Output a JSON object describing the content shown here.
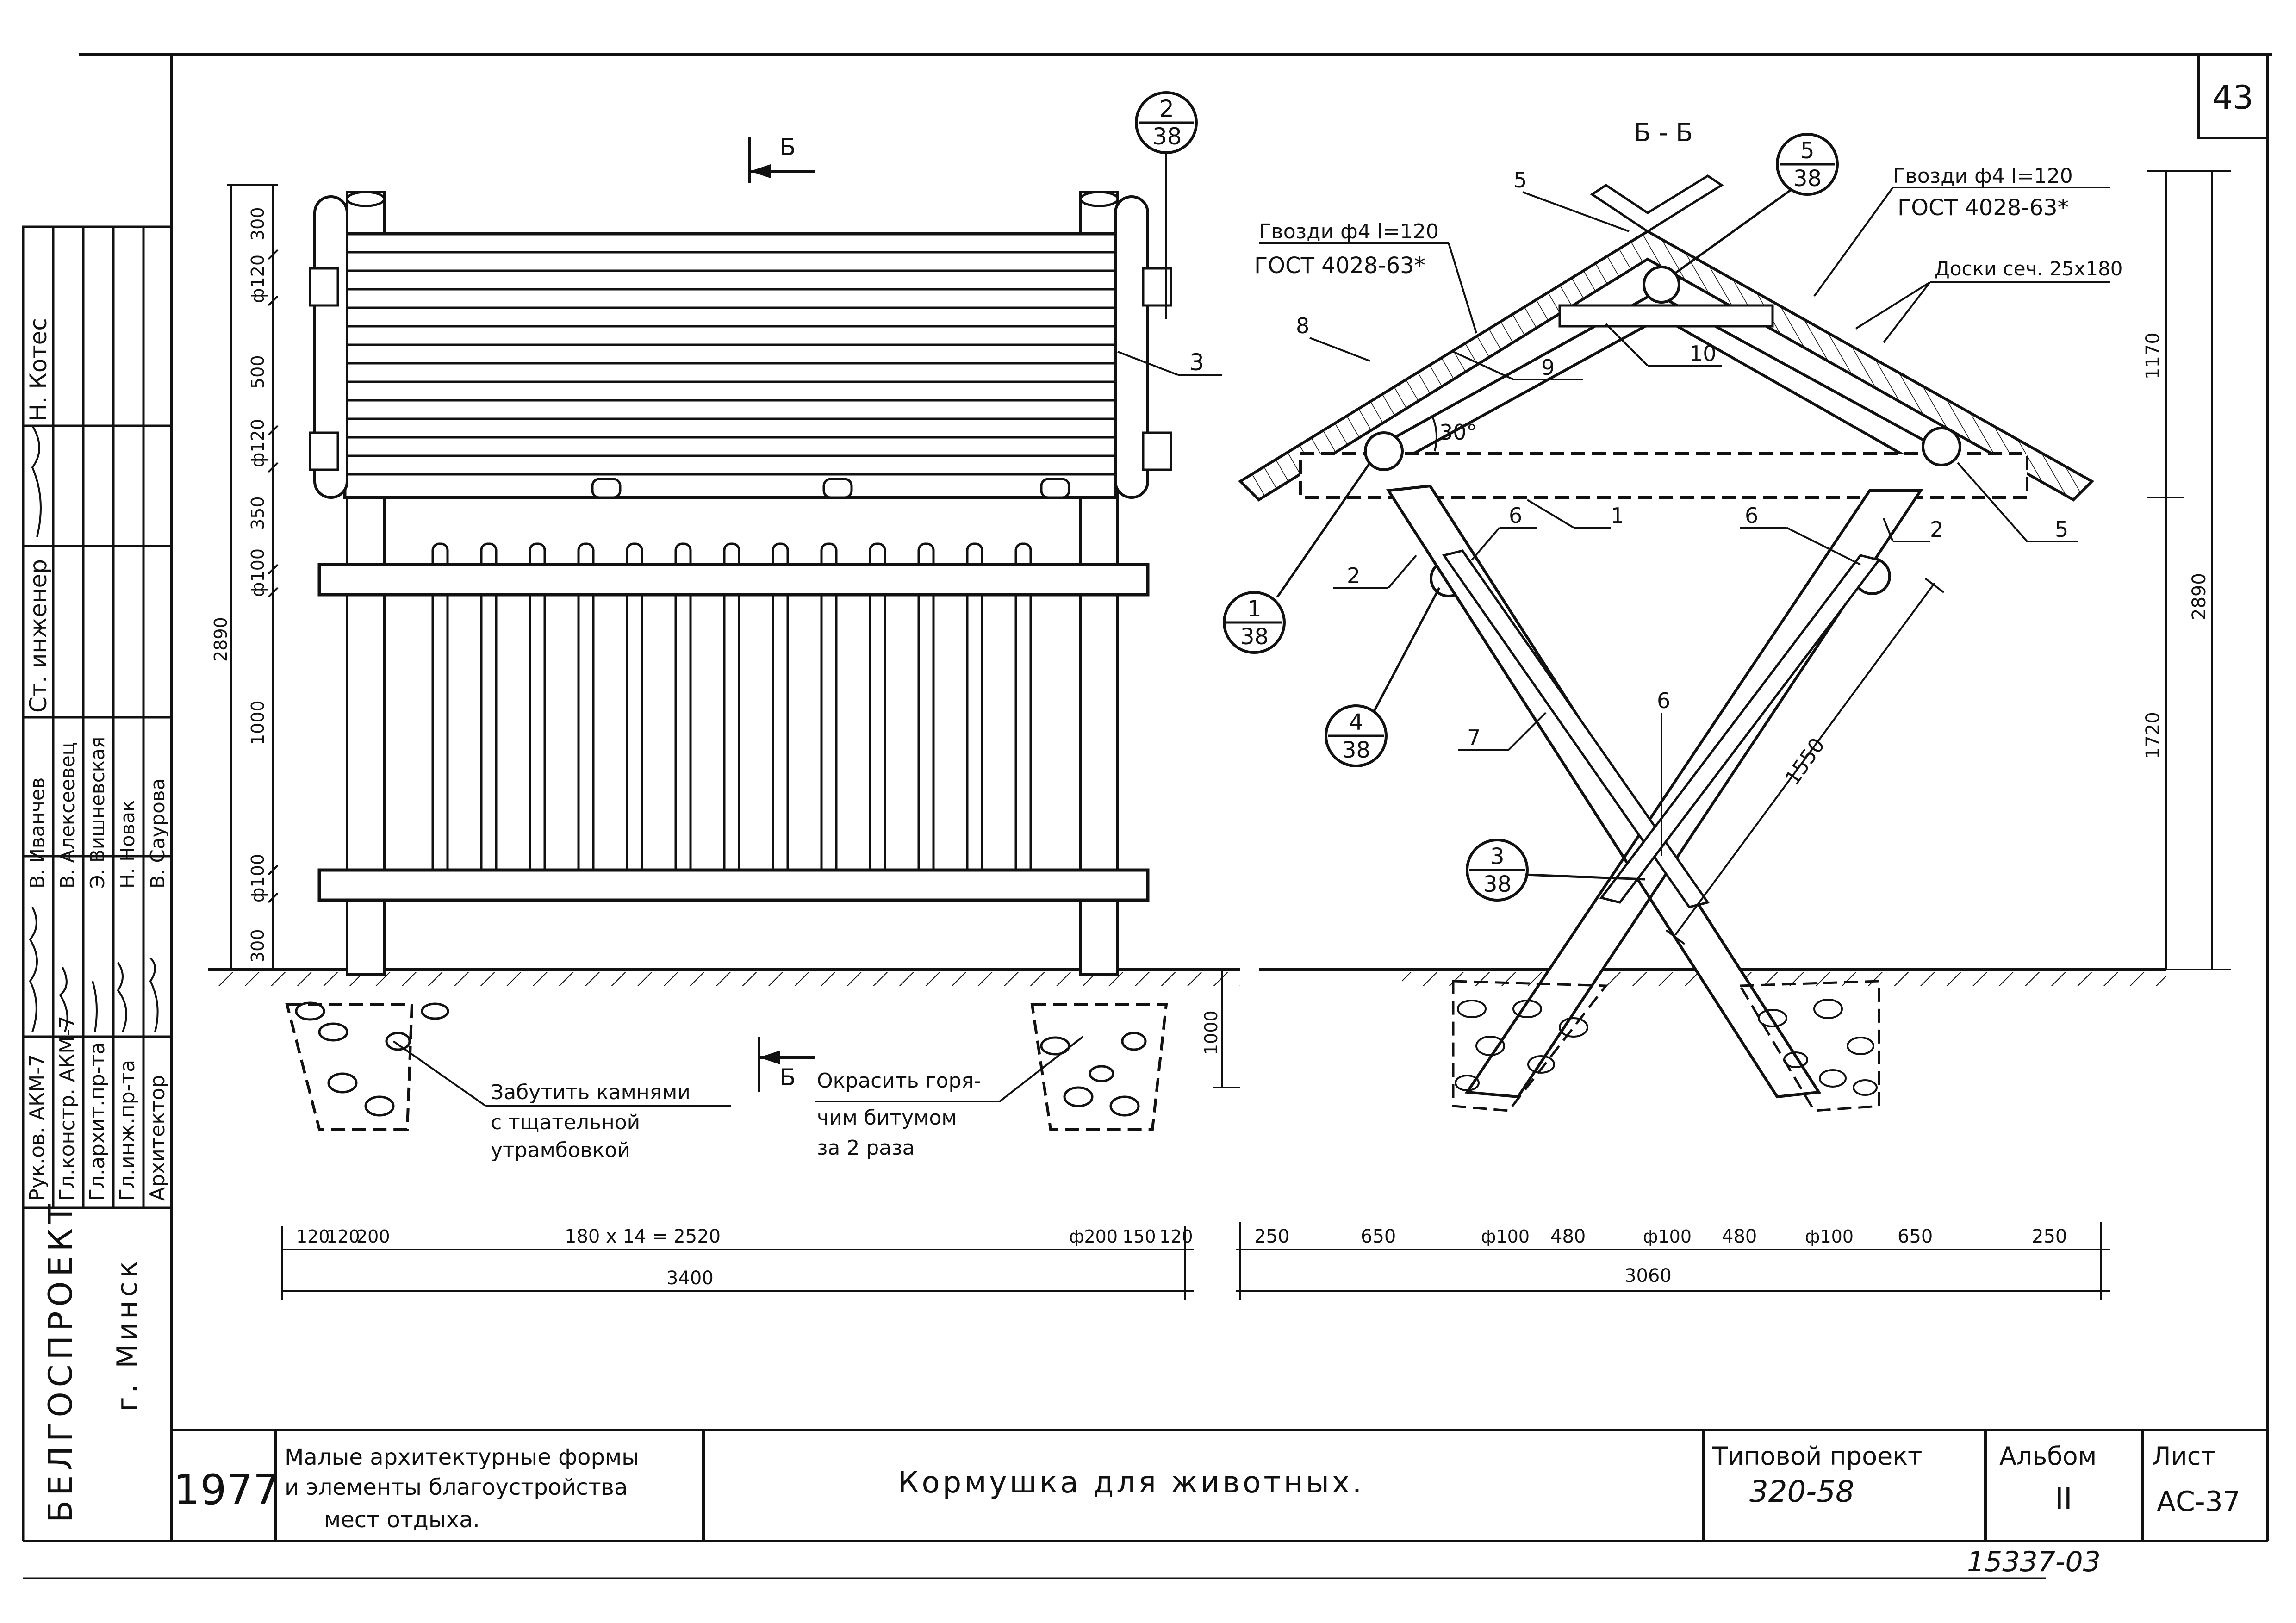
{
  "sheet": {
    "corner_number": "43",
    "year": "1977",
    "series_title": [
      "Малые архитектурные формы",
      "и элементы благоустройства",
      "мест отдыха."
    ],
    "drawing_title": "Кормушка для животных.",
    "project_label": "Типовой проект",
    "project_number": "320-58",
    "album_label": "Альбом",
    "album_number": "II",
    "sheet_label": "Лист",
    "sheet_number": "АС-37",
    "bottom_stamp": "15337-03",
    "organization": "БЕЛГОСПРОЕКТ",
    "city": "г. Минск"
  },
  "signatures": {
    "roles": [
      "Рук.ов. АКМ-7",
      "Гл.констр. АКМ-7",
      "Гл.архит.пр-та",
      "Гл.инж.пр-та",
      "Архитектор"
    ],
    "names": [
      "В. Иванчев",
      "В. Алексеевец",
      "Э. Вишневская",
      "Н. Новак",
      "В. Саурова"
    ],
    "top_role": "Ст. инженер",
    "top_name": "Н. Котес"
  },
  "front_view": {
    "section_mark": "Б",
    "callout_top": {
      "num": "2",
      "den": "38"
    },
    "part_label": "3",
    "left_dims": [
      "300",
      "ф120",
      "500",
      "ф120",
      "350",
      "ф100",
      "1000",
      "ф100",
      "300"
    ],
    "total_height": "2890",
    "foundation_depth": "1000",
    "note_stones": [
      "Забутить камнями",
      "с тщательной",
      "утрамбовкой"
    ],
    "note_bitumen": [
      "Окрасить горя-",
      "чим битумом",
      "за 2 раза"
    ],
    "bottom_dims": [
      "120",
      "120",
      "200",
      "180 x 14 = 2520",
      "ф200",
      "150",
      "120"
    ],
    "bottom_total": "3400"
  },
  "section_view": {
    "title": "Б - Б",
    "nails_left": [
      "Гвозди ф4 l=120",
      "ГОСТ 4028-63*"
    ],
    "nails_right": [
      "Гвозди ф4 l=120",
      "ГОСТ 4028-63*"
    ],
    "boards": "Доски сеч. 25x180",
    "angle": "30°",
    "length_diag": "1550",
    "heights": [
      "1170",
      "1720",
      "2890"
    ],
    "part_labels": [
      "1",
      "2",
      "2",
      "5",
      "5",
      "6",
      "6",
      "6",
      "7",
      "8",
      "9",
      "10"
    ],
    "callouts": [
      {
        "num": "5",
        "den": "38"
      },
      {
        "num": "1",
        "den": "38"
      },
      {
        "num": "4",
        "den": "38"
      },
      {
        "num": "3",
        "den": "38"
      }
    ],
    "bottom_dims": [
      "250",
      "650",
      "ф100",
      "480",
      "ф100",
      "480",
      "ф100",
      "650",
      "250"
    ],
    "bottom_total": "3060"
  }
}
